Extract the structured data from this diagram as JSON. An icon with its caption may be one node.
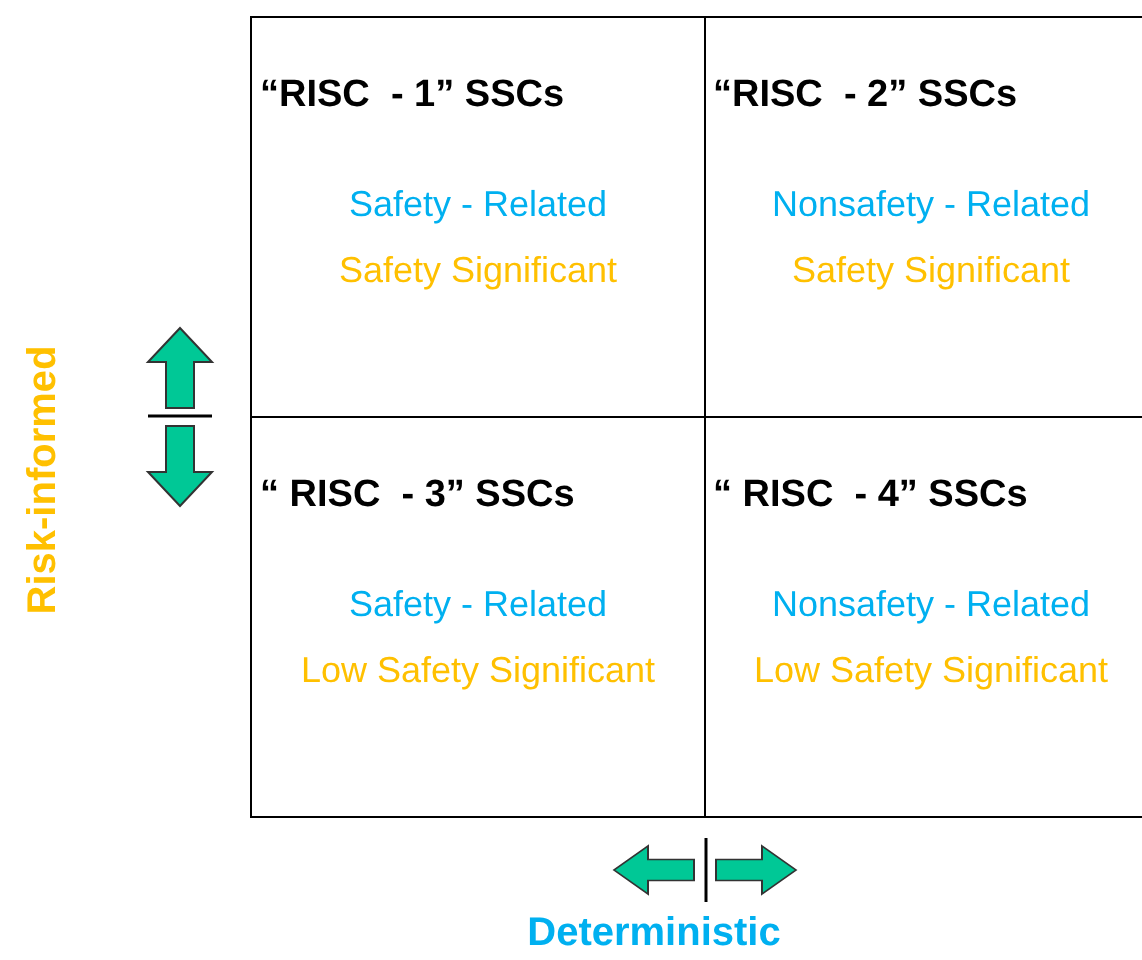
{
  "diagram": {
    "nodes": [
      {
        "text": [
          "“RISC  - 1” SSCs",
          "Safety - Related",
          "Safety Significant"
        ]
      },
      {
        "text": [
          "“RISC  - 2” SSCs",
          "Nonsafety - Related",
          "Safety Significant"
        ]
      },
      {
        "text": [
          "“ RISC  - 3” SSCs",
          "Safety - Related",
          "Low Safety Significant"
        ]
      },
      {
        "text": [
          "“ RISC  - 4” SSCs",
          "Nonsafety - Related",
          "Low Safety Significant"
        ]
      }
    ],
    "labels": [
      "Risk-informed",
      "Deterministic"
    ]
  }
}
